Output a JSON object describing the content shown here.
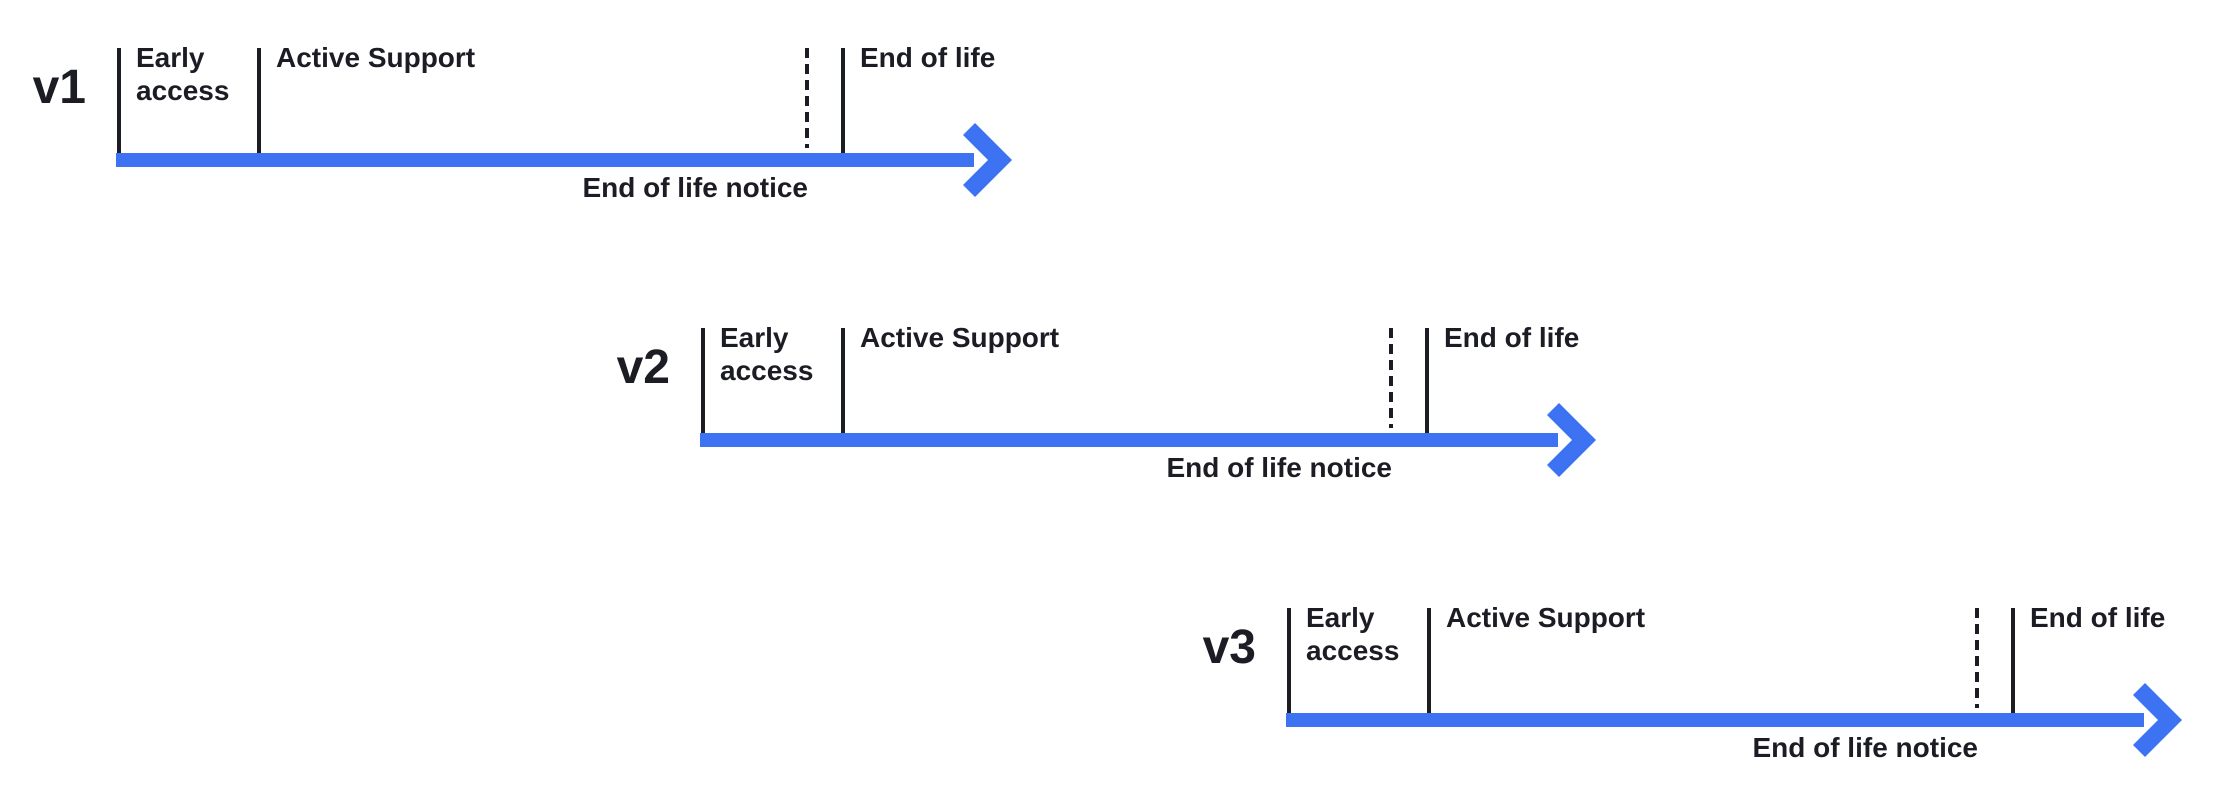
{
  "colors": {
    "arrow": "#3d73f2",
    "ink": "#1c1c24",
    "background": "#ffffff"
  },
  "timelines": [
    {
      "version": "v1",
      "labels": {
        "early_access": "Early access",
        "active_support": "Active Support",
        "end_of_life": "End of life",
        "end_of_life_notice": "End of life notice"
      }
    },
    {
      "version": "v2",
      "labels": {
        "early_access": "Early access",
        "active_support": "Active Support",
        "end_of_life": "End of life",
        "end_of_life_notice": "End of life notice"
      }
    },
    {
      "version": "v3",
      "labels": {
        "early_access": "Early access",
        "active_support": "Active Support",
        "end_of_life": "End of life",
        "end_of_life_notice": "End of life notice"
      }
    }
  ]
}
